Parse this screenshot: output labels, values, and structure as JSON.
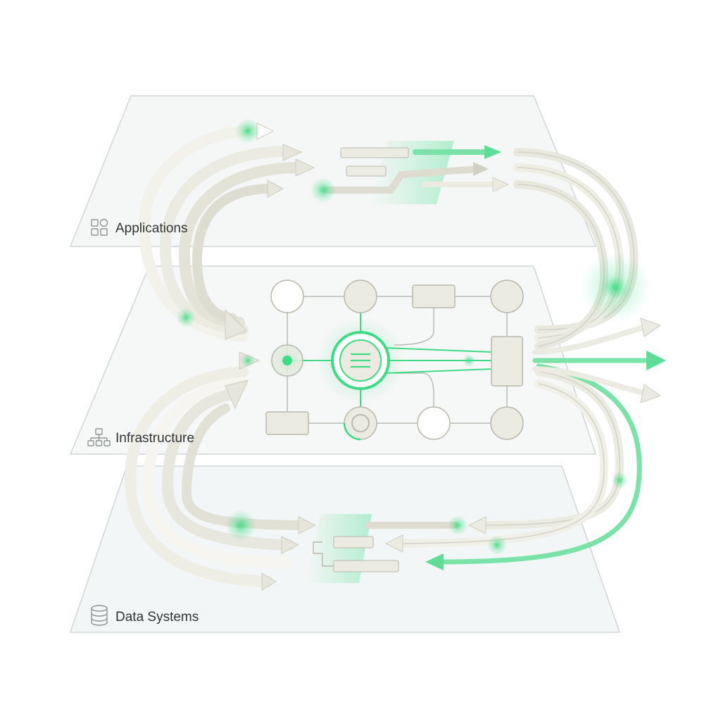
{
  "layers": [
    {
      "id": "applications",
      "label": "Applications",
      "icon": "apps-grid-icon"
    },
    {
      "id": "infrastructure",
      "label": "Infrastructure",
      "icon": "network-hierarchy-icon"
    },
    {
      "id": "data-systems",
      "label": "Data Systems",
      "icon": "database-cylinder-icon"
    }
  ],
  "colors": {
    "background": "#ffffff",
    "panel_fill": "#f4f7f7",
    "panel_stroke": "#cfd6d6",
    "flow_neutral": "#e7e6dc",
    "flow_neutral_stroke": "#cfcdbf",
    "accent_green": "#3ddc84",
    "node_fill": "#ecebe1",
    "node_stroke": "#b9b8ab",
    "grid_line": "#b9bcb6",
    "text": "#2f3433",
    "icon": "#8e9492"
  }
}
